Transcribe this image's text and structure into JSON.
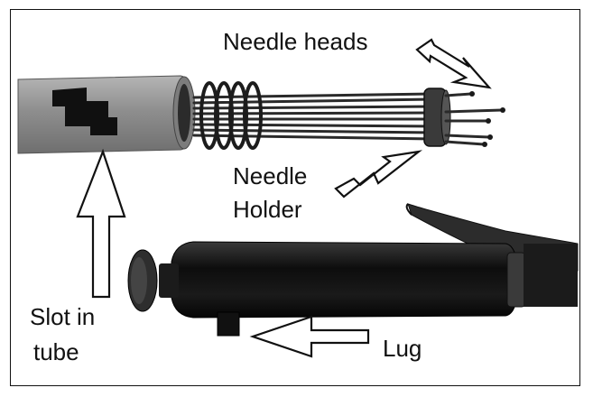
{
  "labels": {
    "needle_heads": "Needle heads",
    "needle_holder_line1": "Needle",
    "needle_holder_line2": "Holder",
    "slot_line1": "Slot in",
    "slot_line2": "tube",
    "lug": "Lug"
  },
  "colors": {
    "tube_gray": "#8a8a8a",
    "tool_body": "#141414",
    "needle": "#2a2a2a",
    "arrow_stroke": "#111111",
    "arrow_fill": "#ffffff"
  }
}
